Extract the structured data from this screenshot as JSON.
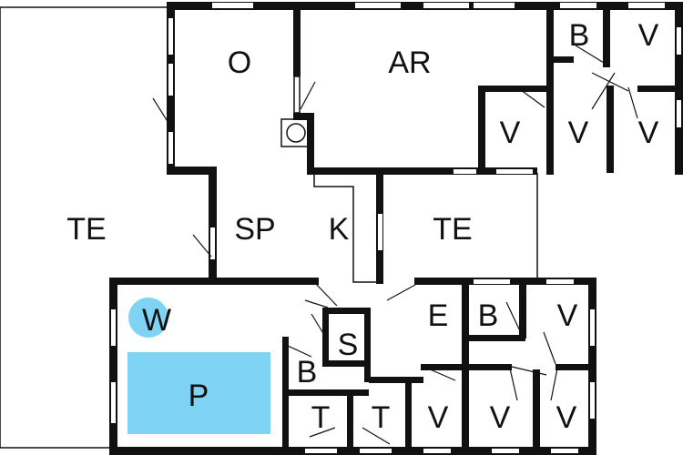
{
  "colors": {
    "wall": "#111111",
    "water": "#7fd4f5",
    "background": "#ffffff"
  },
  "rooms": {
    "o": "O",
    "ar": "AR",
    "b_top": "B",
    "v_top_right": "V",
    "v_row2_a": "V",
    "v_row2_b": "V",
    "v_row2_c": "V",
    "te_left": "TE",
    "sp": "SP",
    "k": "K",
    "te_mid": "TE",
    "w": "W",
    "e": "E",
    "b_mid": "B",
    "v_mid_right": "V",
    "s": "S",
    "b_low": "B",
    "p": "P",
    "t_a": "T",
    "t_b": "T",
    "v_bot_a": "V",
    "v_bot_b": "V",
    "v_bot_c": "V"
  },
  "icons": {
    "stove": "stove-icon",
    "door_swing": "door-swing-icon"
  }
}
